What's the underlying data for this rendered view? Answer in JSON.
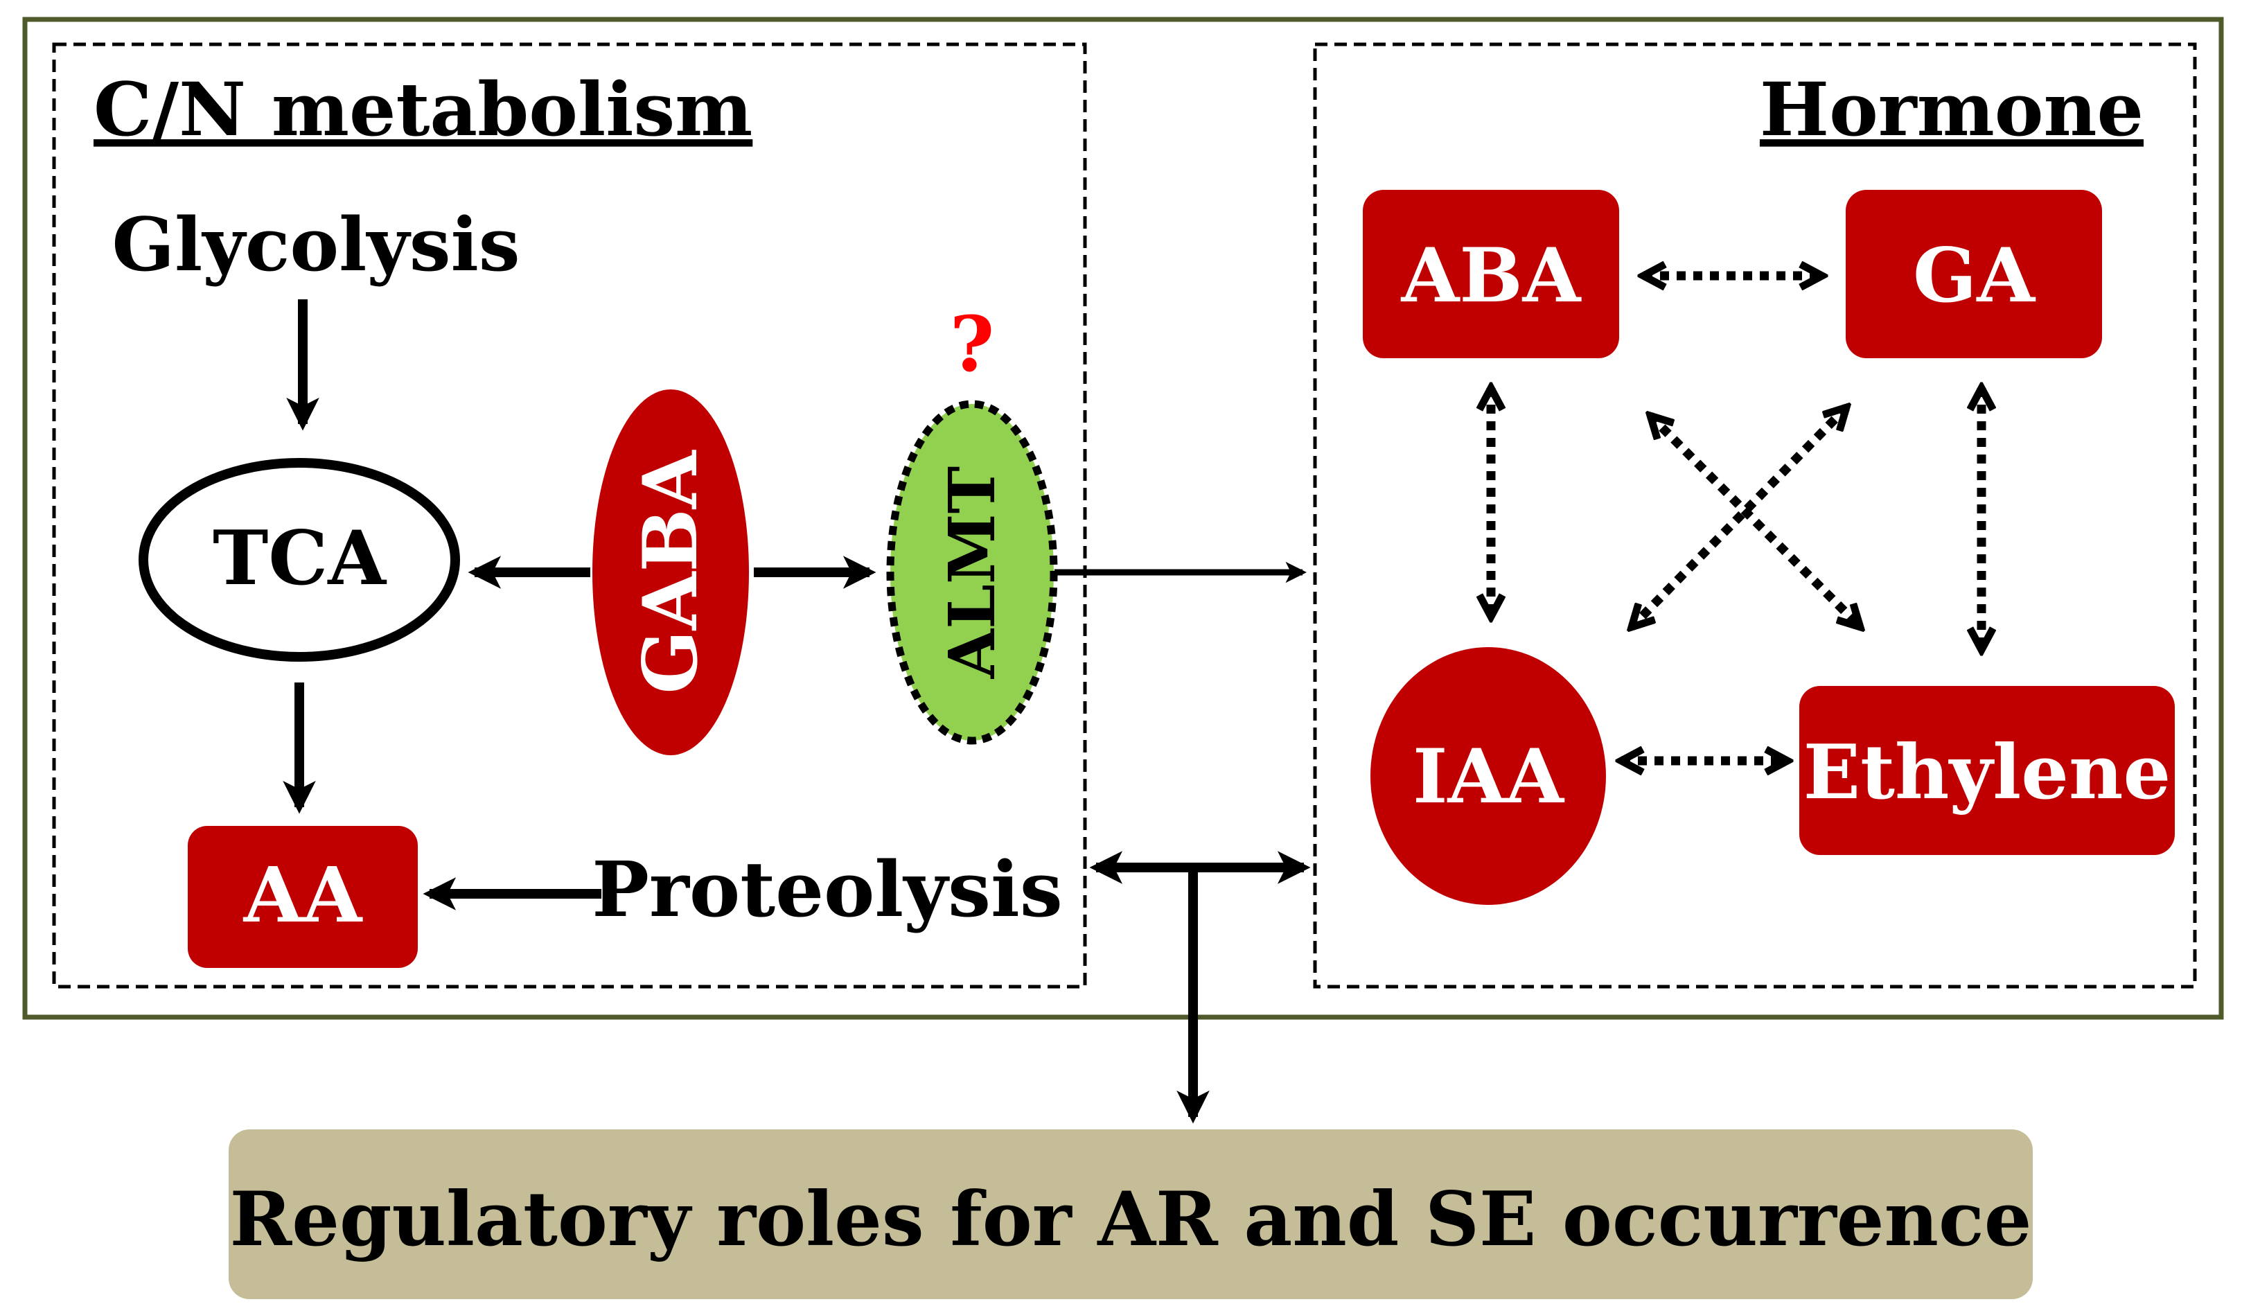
{
  "panels": {
    "cn": {
      "title": "C/N metabolism"
    },
    "hormone": {
      "title": "Hormone"
    }
  },
  "nodes": {
    "glycolysis": "Glycolysis",
    "tca": "TCA",
    "gaba": "GABA",
    "almt": "ALMT",
    "question": "?",
    "aa": "AA",
    "proteolysis": "Proteolysis",
    "aba": "ABA",
    "ga": "GA",
    "iaa": "IAA",
    "ethylene": "Ethylene"
  },
  "outcome": {
    "label": "Regulatory roles for AR and SE occurrence"
  },
  "colors": {
    "frame": "#4f5a2b",
    "node_red": "#c00000",
    "almt_green": "#92d050",
    "outcome_bg": "#c4bd97",
    "question": "#ff0000"
  }
}
